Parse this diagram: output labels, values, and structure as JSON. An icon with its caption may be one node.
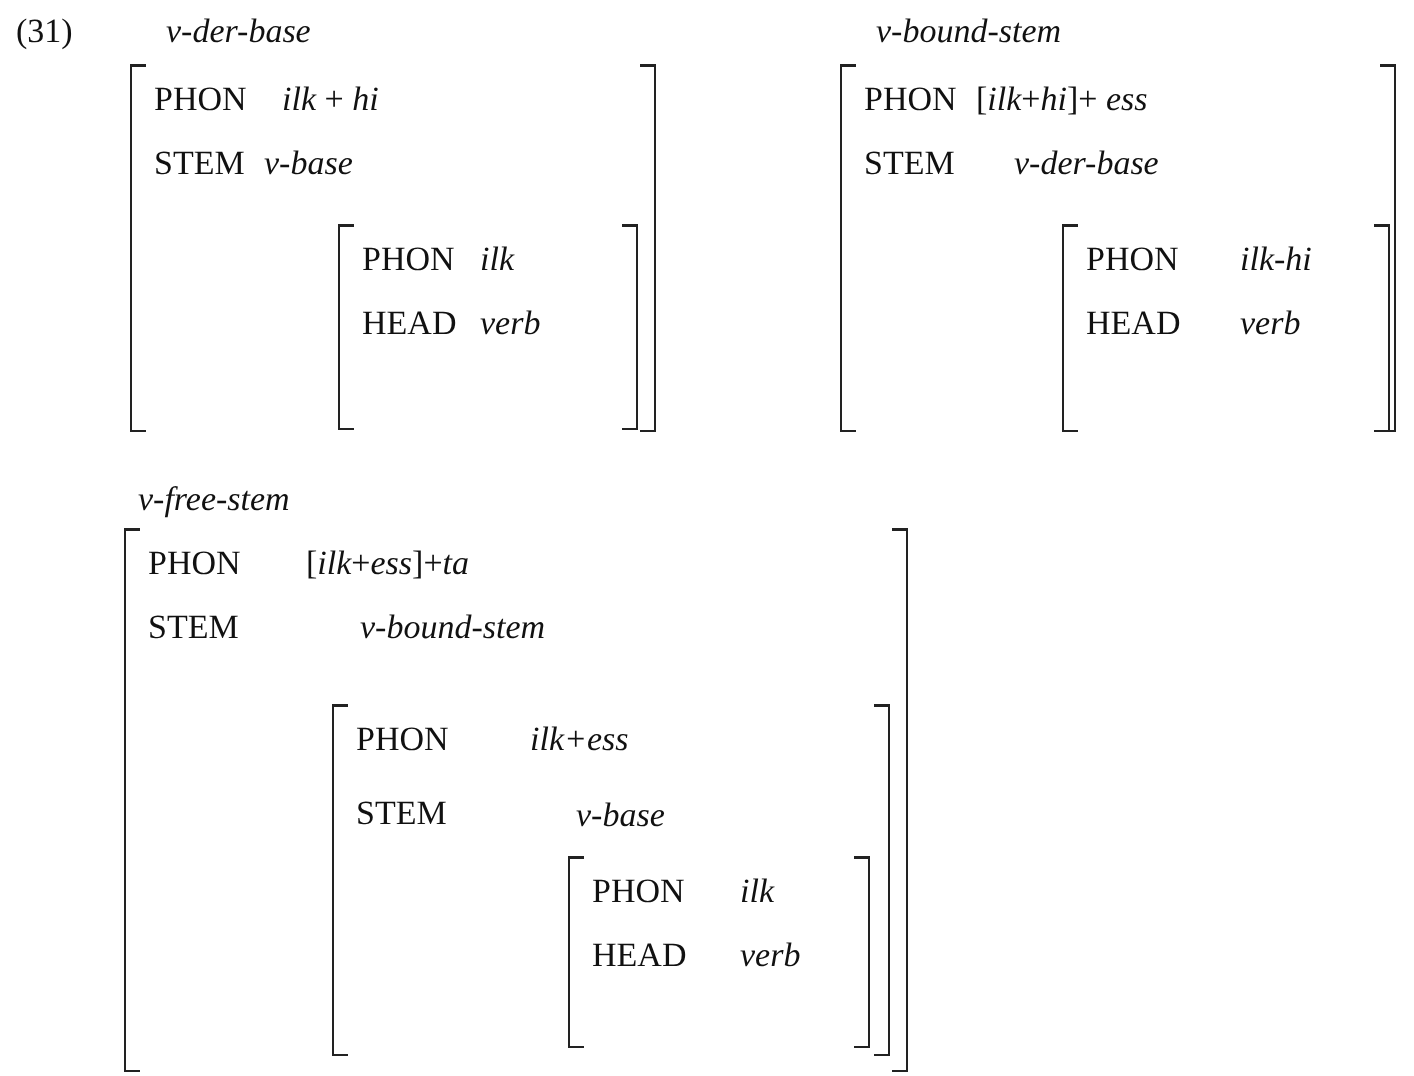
{
  "diagram": {
    "nodes": [
      {
        "text": [
          "v-der-base",
          "PHON",
          "*ilk* + *hi*",
          "STEM"
        ]
      },
      {
        "text": [
          "v-base",
          "PHON",
          "ilk",
          "HEAD",
          "verb"
        ],
        "in": 0
      },
      {
        "text": [
          "v-bound-stem",
          "PHON",
          "[*ilk*+*hi*]+ *ess*",
          "STEM"
        ]
      },
      {
        "text": [
          "v-der-base",
          "PHON",
          "ilk-hi",
          "HEAD",
          "verb"
        ],
        "in": 2
      },
      {
        "text": [
          "v-free-stem",
          "PHON",
          "[*ilk*+*ess*]+*ta*",
          "STEM"
        ]
      },
      {
        "text": [
          "v-bound-stem",
          "PHON",
          "ilk+ess",
          "STEM"
        ],
        "in": 4
      },
      {
        "text": [
          "v-base",
          "PHON",
          "ilk",
          "HEAD",
          "verb"
        ],
        "in": 5
      }
    ],
    "edges": [],
    "labels": [
      "(31)"
    ]
  }
}
